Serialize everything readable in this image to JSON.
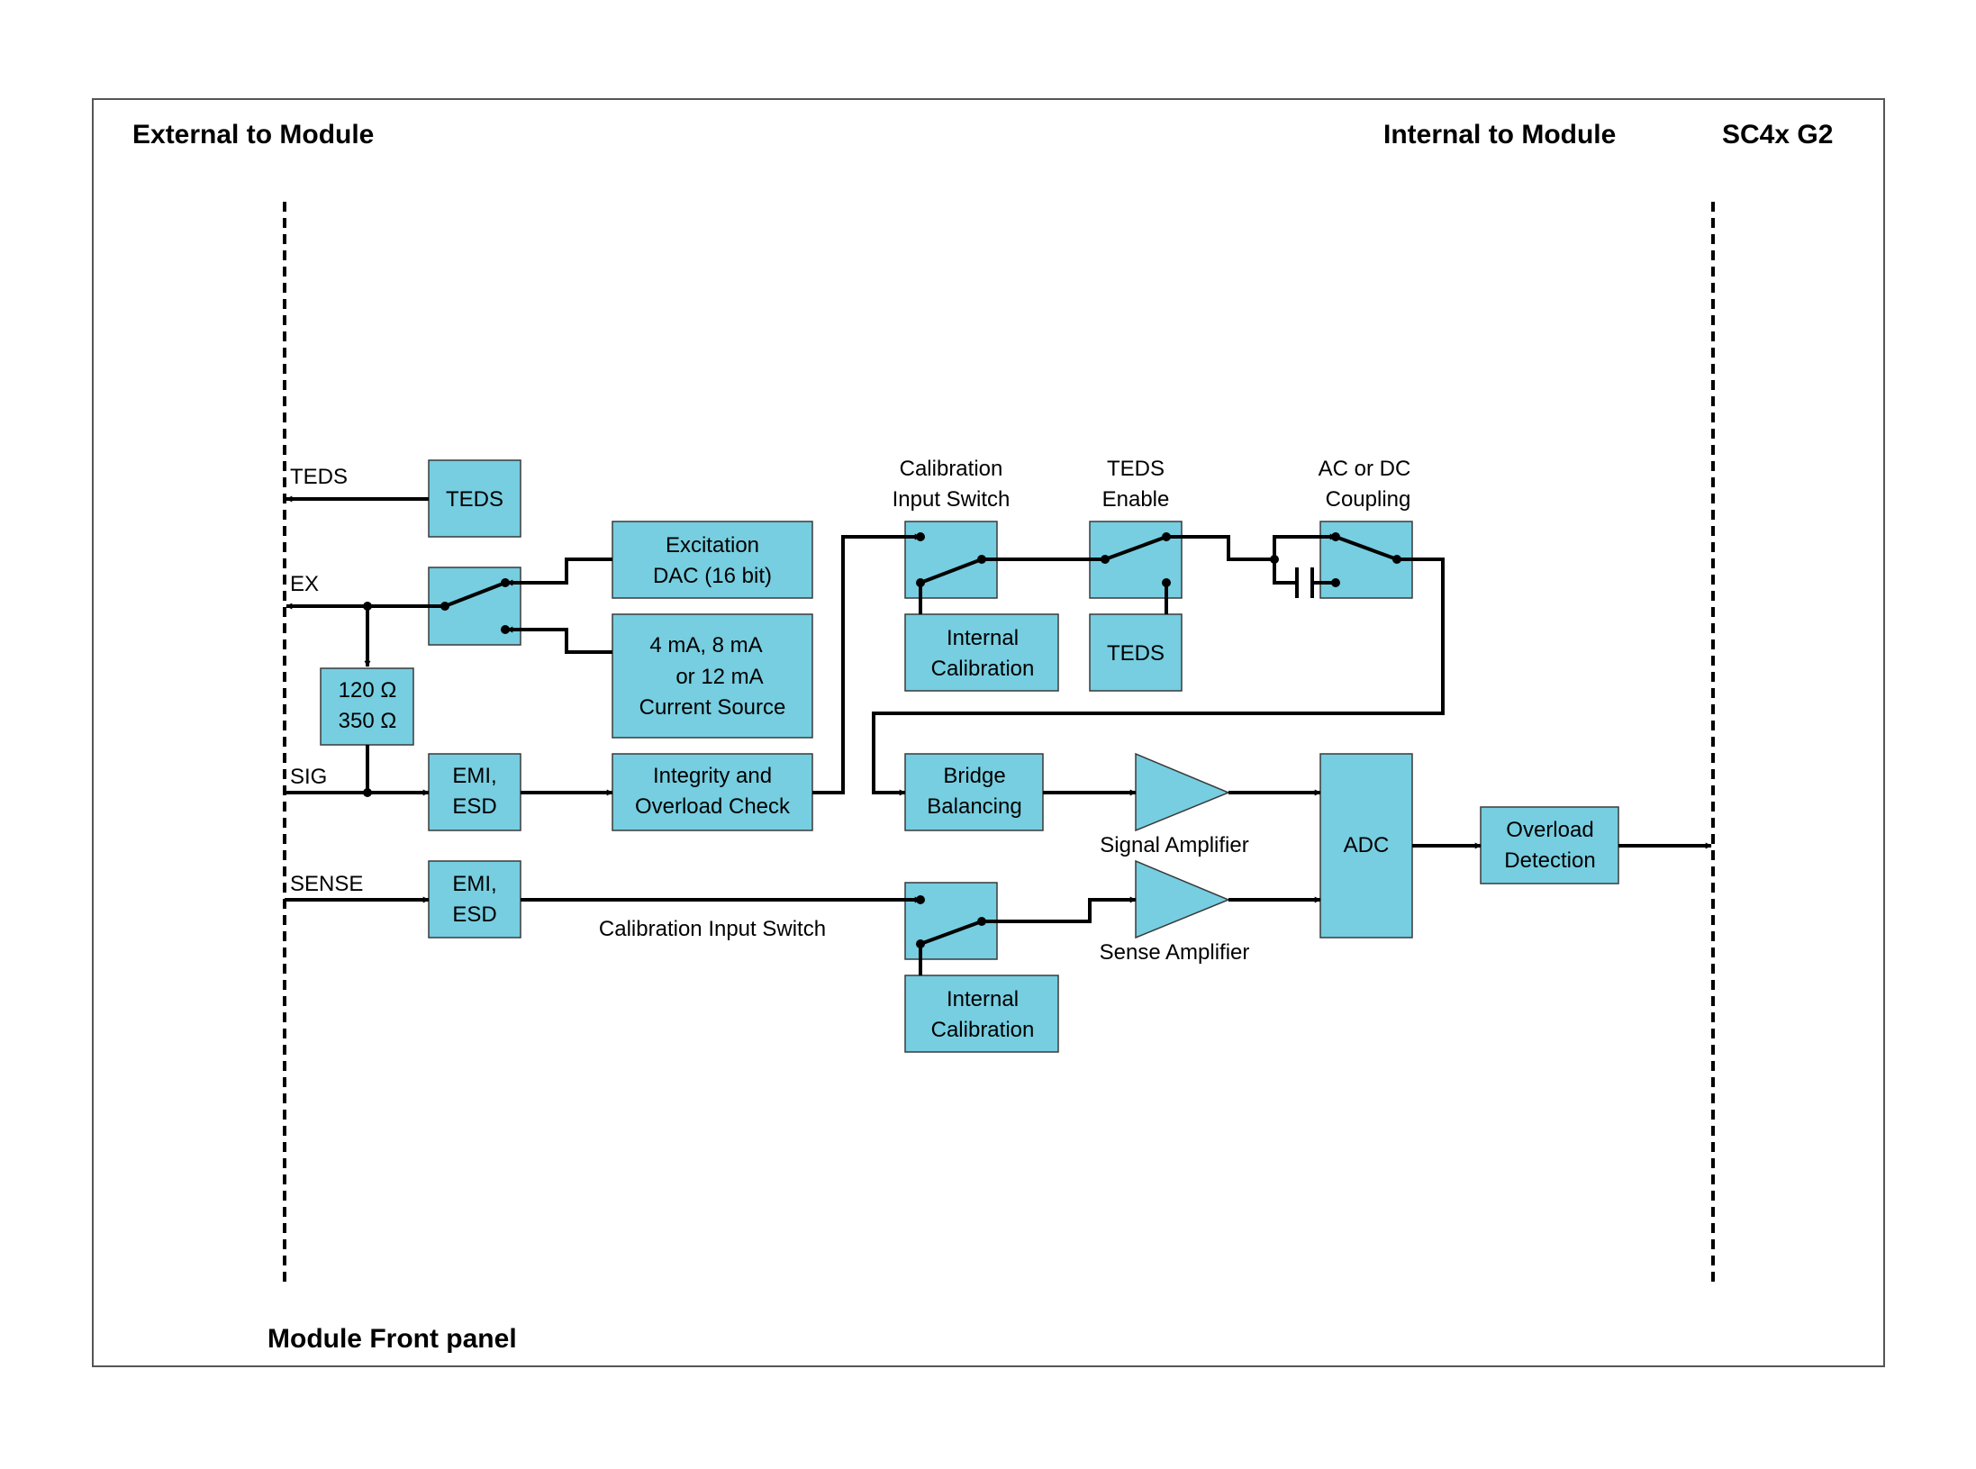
{
  "headers": {
    "external": "External to Module",
    "internal": "Internal to Module",
    "product": "SC4x G2",
    "front_panel": "Module Front panel"
  },
  "signals": {
    "teds": "TEDS",
    "ex": "EX",
    "sig": "SIG",
    "sense": "SENSE"
  },
  "blocks": {
    "teds_left": [
      "TEDS"
    ],
    "excitation_dac": [
      "Excitation",
      "DAC (16 bit)"
    ],
    "current_source": [
      "4 mA, 8 mA",
      "or 12 mA",
      "Current Source"
    ],
    "resistors": [
      "120 Ω",
      "350 Ω"
    ],
    "emi_sig": [
      "EMI,",
      "ESD"
    ],
    "emi_sense": [
      "EMI,",
      "ESD"
    ],
    "integrity": [
      "Integrity and",
      "Overload Check"
    ],
    "internal_cal_top": [
      "Internal",
      "Calibration"
    ],
    "teds_right": [
      "TEDS"
    ],
    "bridge_balancing": [
      "Bridge",
      "Balancing"
    ],
    "internal_cal_bottom": [
      "Internal",
      "Calibration"
    ],
    "adc": [
      "ADC"
    ],
    "overload_detection": [
      "Overload",
      "Detection"
    ]
  },
  "labels": {
    "cal_input_switch_top": [
      "Calibration",
      "Input Switch"
    ],
    "teds_enable": [
      "TEDS",
      "Enable"
    ],
    "coupling": [
      "AC or DC",
      "Coupling"
    ],
    "signal_amplifier": "Signal Amplifier",
    "sense_amplifier": "Sense Amplifier",
    "cal_input_switch_bottom": "Calibration Input Switch"
  }
}
